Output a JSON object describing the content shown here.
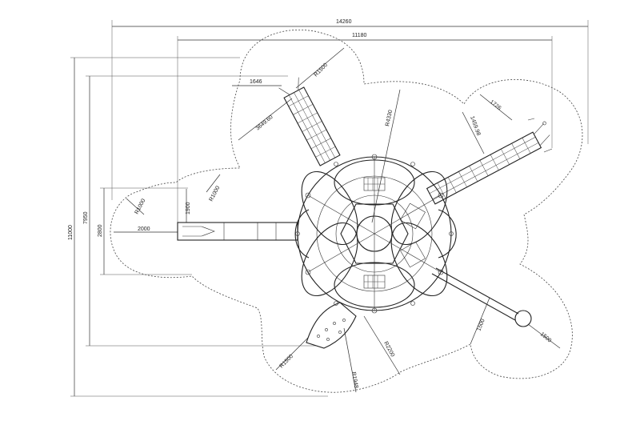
{
  "dimensions": {
    "overall_width": "14260",
    "inner_width": "11180",
    "overall_height": "11000",
    "inner_height": "7950",
    "slide_height": "2800",
    "slide_length": "2000",
    "slide_radius": "R1000",
    "slide_radius_b": "R1000",
    "slide_offset": "1900",
    "net_offset": "1646",
    "net_radius": "R1500",
    "net_length": "3649.60",
    "dome_radius": "R4330",
    "bridge_width": "1726",
    "bridge_length": "1459.98",
    "pole_clearance": "1500",
    "pole_radius": "1500",
    "bottom_radius_a": "R1500",
    "bottom_radius_b": "R1948",
    "bottom_radius_c": "R2200"
  },
  "colors": {
    "line": "#222222",
    "zone": "#444444"
  }
}
